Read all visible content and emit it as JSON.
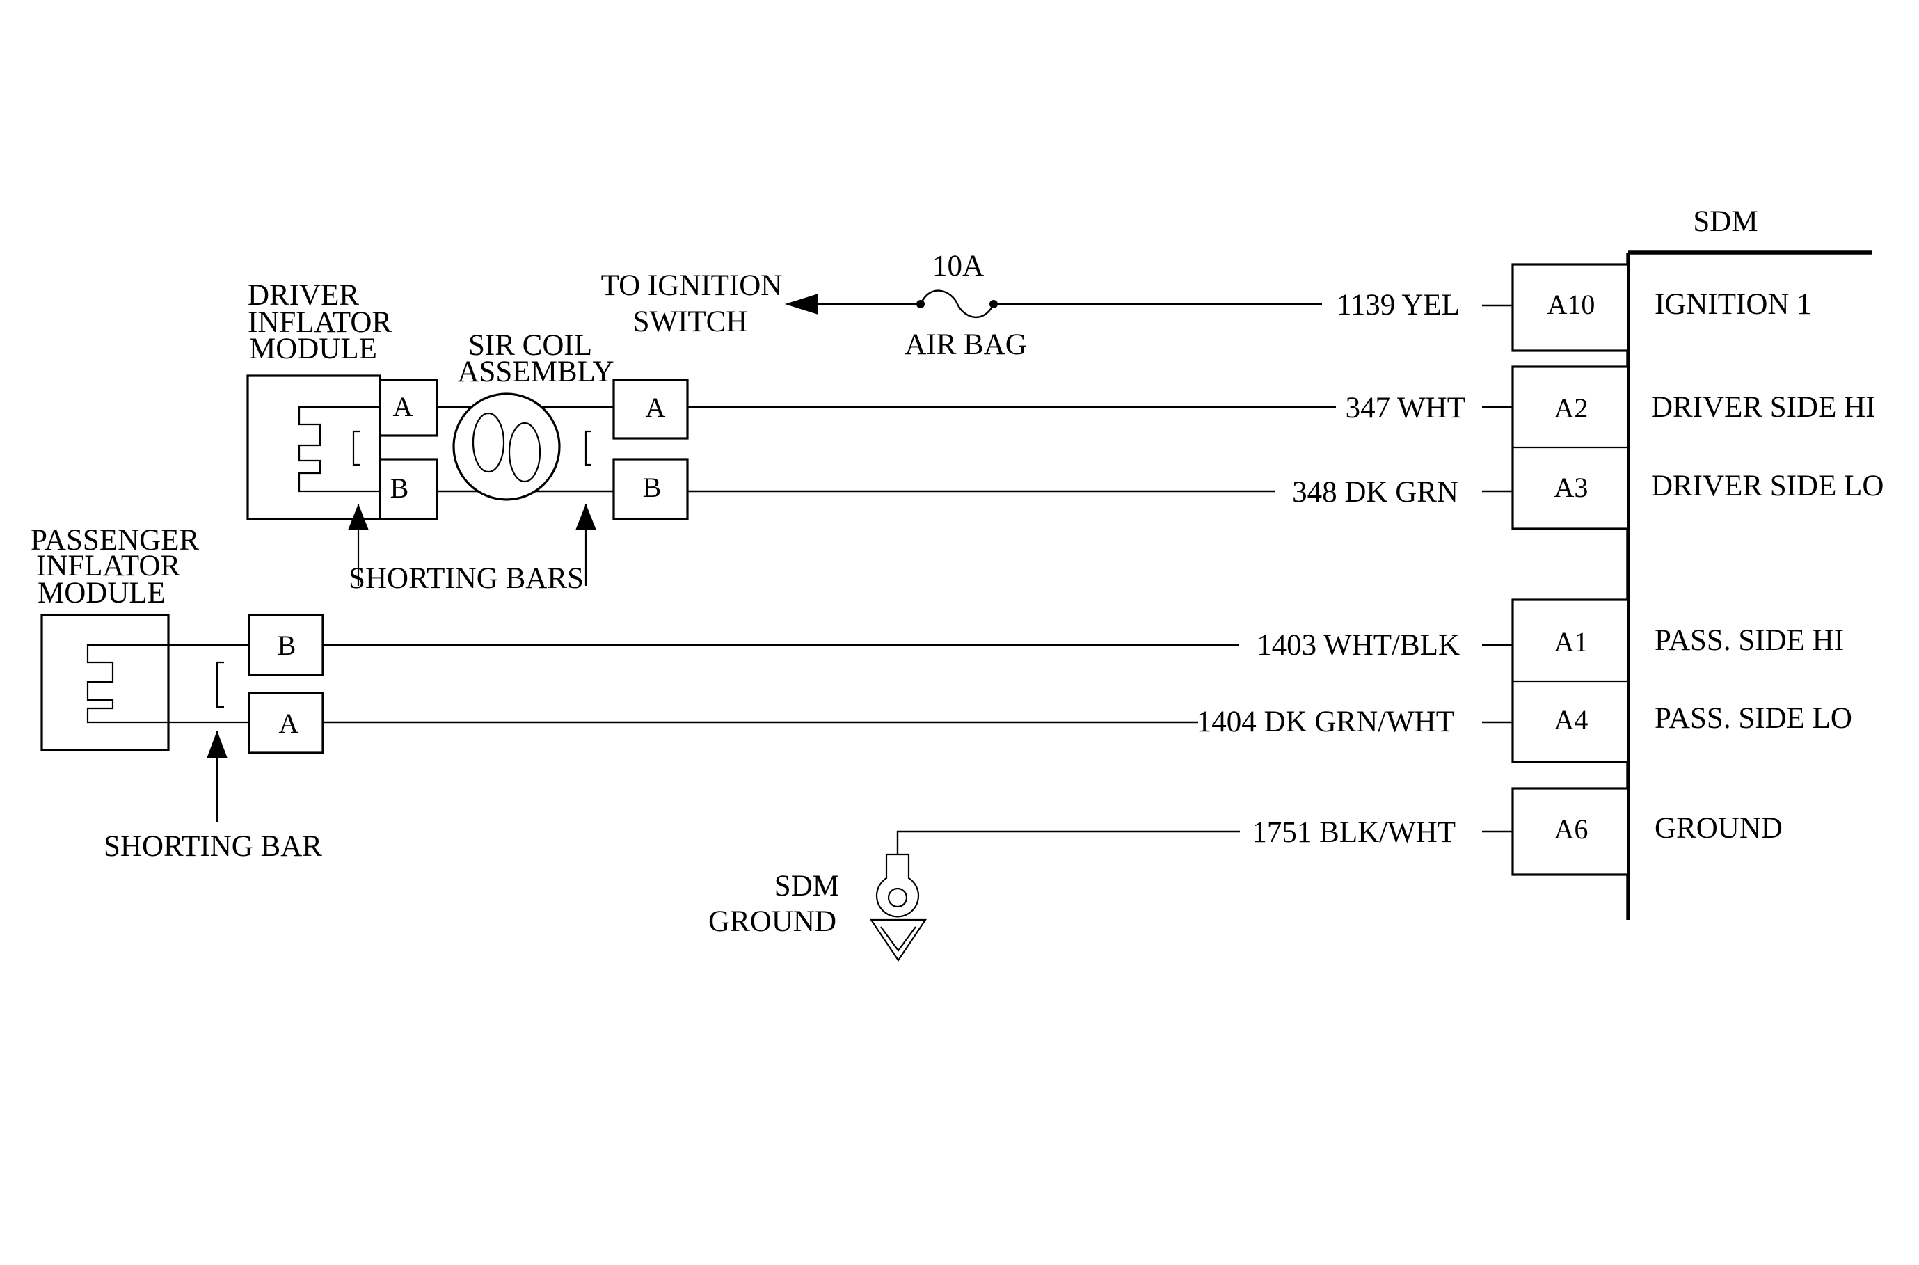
{
  "sdm": {
    "title": "SDM",
    "ground_label_1": "SDM",
    "ground_label_2": "GROUND",
    "terminals": [
      {
        "pin": "A10",
        "function": "IGNITION 1",
        "wire": "1139 YEL"
      },
      {
        "pin": "A2",
        "function": "DRIVER SIDE HI",
        "wire": "347 WHT"
      },
      {
        "pin": "A3",
        "function": "DRIVER SIDE LO",
        "wire": "348 DK GRN"
      },
      {
        "pin": "A1",
        "function": "PASS. SIDE HI",
        "wire": "1403 WHT/BLK"
      },
      {
        "pin": "A4",
        "function": "PASS. SIDE LO",
        "wire": "1404 DK GRN/WHT"
      },
      {
        "pin": "A6",
        "function": "GROUND",
        "wire": "1751 BLK/WHT"
      }
    ]
  },
  "fuse": {
    "rating": "10A",
    "name": "AIR BAG"
  },
  "ignition": {
    "line1": "TO IGNITION",
    "line2": "SWITCH"
  },
  "driver_module": {
    "line1": "DRIVER",
    "line2": "INFLATOR",
    "line3": "MODULE",
    "pin_a": "A",
    "pin_b": "B"
  },
  "sir_coil": {
    "line1": "SIR COIL",
    "line2": "ASSEMBLY",
    "pin_a": "A",
    "pin_b": "B"
  },
  "passenger_module": {
    "line1": "PASSENGER",
    "line2": "INFLATOR",
    "line3": "MODULE",
    "pin_a": "A",
    "pin_b": "B"
  },
  "shorting_bars_label": "SHORTING BARS",
  "shorting_bar_label": "SHORTING BAR"
}
